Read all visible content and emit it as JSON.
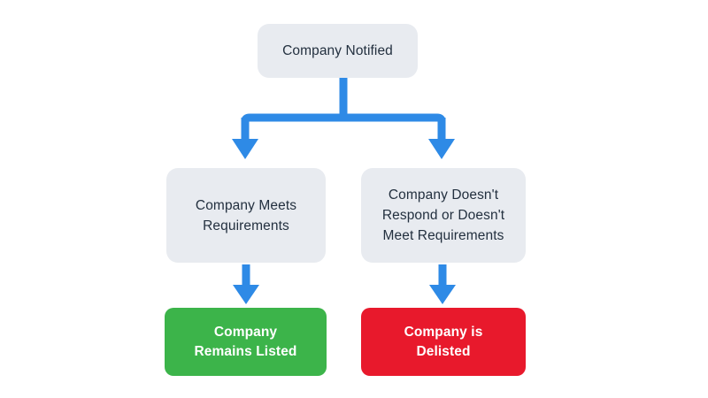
{
  "diagram": {
    "title": "Company Notified delisting decision flow",
    "background_color": "#ffffff",
    "connector_color": "#2e8ae6",
    "neutral_box_color": "#e8ebf0",
    "neutral_text_color": "#23303f",
    "success_color": "#3cb44a",
    "danger_color": "#e8192c",
    "outcome_text_color": "#ffffff",
    "nodes": {
      "top": {
        "label": "Company Notified",
        "line1": "Company Notified",
        "type": "process"
      },
      "meets": {
        "label": "Company Meets Requirements",
        "line1": "Company Meets",
        "line2": "Requirements",
        "type": "condition"
      },
      "fails": {
        "label": "Company Doesn't Respond or Doesn't Meet Requirements",
        "line1": "Company Doesn't",
        "line2": "Respond or Doesn't",
        "line3": "Meet Requirements",
        "type": "condition"
      },
      "listed": {
        "label": "Company Remains Listed",
        "line1": "Company",
        "line2": "Remains Listed",
        "type": "outcome-success"
      },
      "delisted": {
        "label": "Company is Delisted",
        "line1": "Company is",
        "line2": "Delisted",
        "type": "outcome-danger"
      }
    },
    "edges": [
      {
        "from": "top",
        "to": "meets",
        "shape": "elbow-left",
        "arrow": "down"
      },
      {
        "from": "top",
        "to": "fails",
        "shape": "elbow-right",
        "arrow": "down"
      },
      {
        "from": "meets",
        "to": "listed",
        "shape": "straight",
        "arrow": "down"
      },
      {
        "from": "fails",
        "to": "delisted",
        "shape": "straight",
        "arrow": "down"
      }
    ]
  }
}
